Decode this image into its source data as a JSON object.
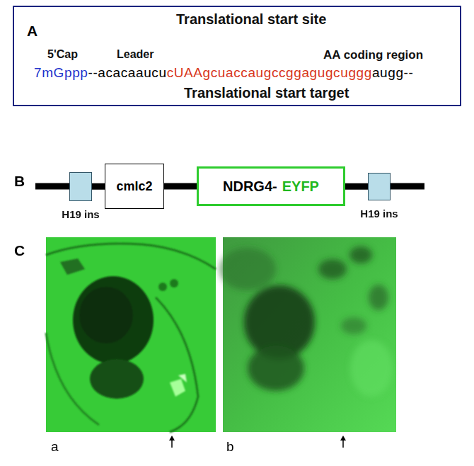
{
  "diagram": {
    "nodes": [
      {
        "text": [
          "A",
          "Translational start site",
          "5'Cap",
          "Leader",
          "AA coding region",
          "7mGppp",
          "--acacaaucu",
          "cUAAgcuaccaugccggagugcuggg",
          "augg--",
          "Translational start target"
        ]
      },
      {
        "text": [
          "H19 ins"
        ]
      },
      {
        "text": [
          "cmlc2"
        ]
      },
      {
        "text": [
          "NDRG4-",
          "EYFP"
        ]
      },
      {
        "text": [
          "H19 ins"
        ]
      }
    ],
    "edges": [
      {
        "from": 1,
        "to": 2,
        "arrow": "none"
      },
      {
        "from": 2,
        "to": 3,
        "arrow": "none"
      },
      {
        "from": 3,
        "to": 4,
        "arrow": "none"
      }
    ],
    "labels": [
      "B",
      "C",
      "a",
      "b"
    ]
  }
}
